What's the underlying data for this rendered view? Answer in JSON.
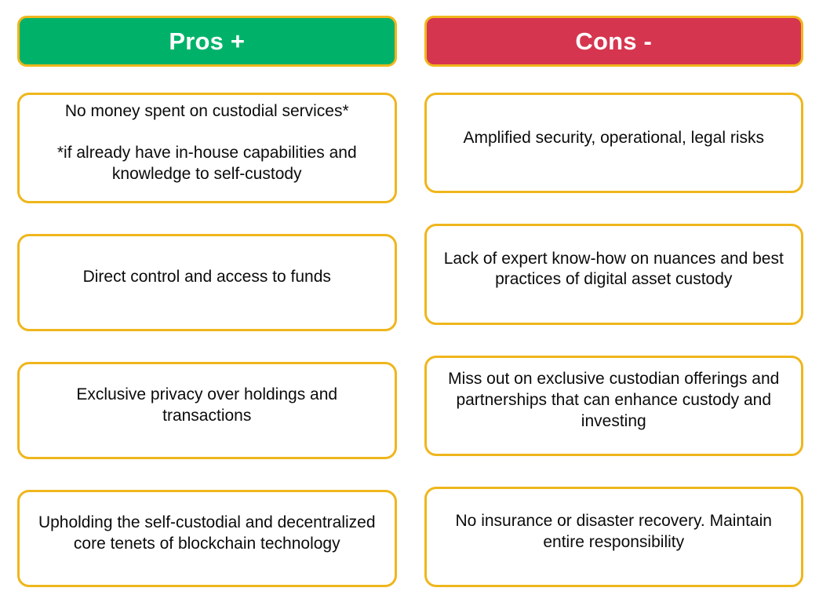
{
  "columns": [
    {
      "header": {
        "label": "Pros +",
        "bg_color": "#00B269",
        "border_color": "#EFB61C",
        "text_color": "#FFFFFF"
      },
      "cards": [
        {
          "text": "No money spent on custodial services*",
          "note": "*if already have in-house capabilities and knowledge to self-custody"
        },
        {
          "text": "Direct control and access to funds",
          "note": ""
        },
        {
          "text": "Exclusive privacy over holdings and transactions",
          "note": ""
        },
        {
          "text": "Upholding the self-custodial and decentralized core tenets of blockchain technology",
          "note": ""
        }
      ]
    },
    {
      "header": {
        "label": "Cons -",
        "bg_color": "#D6354F",
        "border_color": "#EFB61C",
        "text_color": "#FFFFFF"
      },
      "cards": [
        {
          "text": "Amplified security, operational, legal risks",
          "note": ""
        },
        {
          "text": "Lack of expert know-how on nuances and best practices of digital asset custody",
          "note": ""
        },
        {
          "text": "Miss out on exclusive custodian offerings and partnerships that can enhance custody and investing",
          "note": ""
        },
        {
          "text": "No insurance or disaster recovery. Maintain entire responsibility",
          "note": ""
        }
      ]
    }
  ],
  "theme": {
    "card_border_color": "#EFB61C",
    "card_background": "#FFFFFF",
    "page_background": "#FFFFFF",
    "body_text_color": "#0B0B0B"
  }
}
